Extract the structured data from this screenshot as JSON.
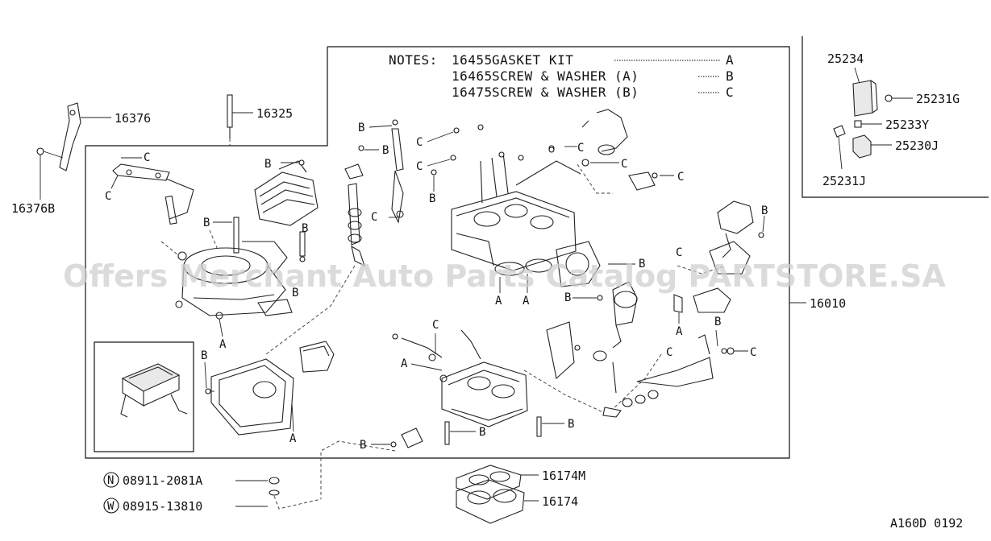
{
  "watermark": "Offers Merchant Auto Parts Catalog PARTSTORE.SA",
  "drawing_code": "A160D 0192",
  "notes": {
    "line1": {
      "label": "NOTES:",
      "code": "16455",
      "desc": "GASKET KIT",
      "ref": "A"
    },
    "line2": {
      "code": "16465",
      "desc": "SCREW & WASHER (A)",
      "ref": "B"
    },
    "line3": {
      "code": "16475",
      "desc": "SCREW & WASHER (B)",
      "ref": "C"
    }
  },
  "callouts": {
    "p16376": "16376",
    "p16376B": "16376B",
    "p16325": "16325",
    "p16010": "16010",
    "p16174M": "16174M",
    "p16174": "16174",
    "p25234": "25234",
    "p25231G": "25231G",
    "p25233Y": "25233Y",
    "p25230J": "25230J",
    "p25231J": "25231J"
  },
  "fasteners": {
    "nut_symbol": "N",
    "nut_code": "08911-2081A",
    "washer_symbol": "W",
    "washer_code": "08915-13810"
  },
  "ref_letters": {
    "A": "A",
    "B": "B",
    "C": "C"
  }
}
